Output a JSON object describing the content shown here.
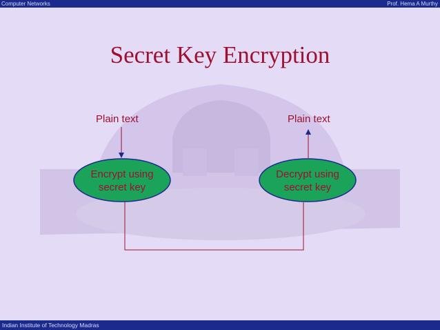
{
  "header": {
    "left_text": "Computer Networks",
    "right_text": "Prof. Hema A Murthy"
  },
  "footer": {
    "left_text": "Indian Institute of Technology Madras"
  },
  "slide": {
    "title": "Secret Key Encryption",
    "left_label": "Plain text",
    "right_label": "Plain text",
    "encrypt_line1": "Encrypt using",
    "encrypt_line2": "secret key",
    "decrypt_line1": "Decrypt using",
    "decrypt_line2": "secret key"
  },
  "colors": {
    "background": "#e4dcf6",
    "bar": "#1b2a8c",
    "text_accent": "#9e1030",
    "oval_fill": "#1ca35a",
    "oval_stroke": "#1b2a8c"
  }
}
